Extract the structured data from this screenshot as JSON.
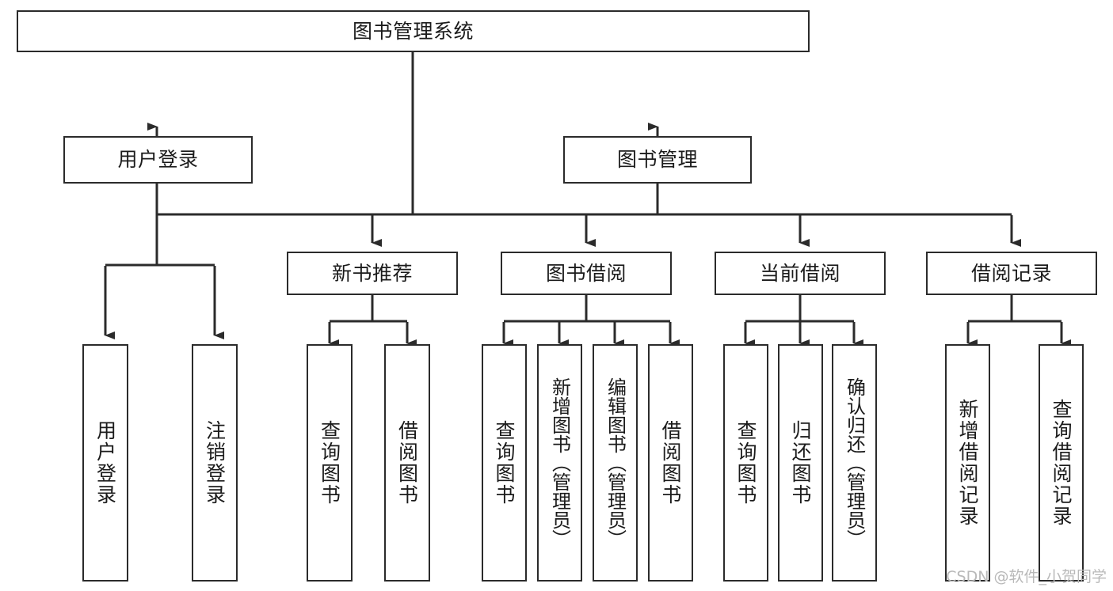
{
  "diagram": {
    "type": "tree-hierarchy",
    "title": "图书管理系统",
    "orientation": "top-down",
    "colors": {
      "box_border": "#2b2b2b",
      "box_fill": "#ffffff",
      "connector": "#2b2b2b",
      "text": "#1b1b1b",
      "watermark": "#b9b9b9",
      "background": "#ffffff"
    },
    "levels": 4
  },
  "root": {
    "label": "图书管理系统"
  },
  "level2": [
    {
      "label": "用户登录"
    },
    {
      "label": "图书管理"
    }
  ],
  "level3": [
    {
      "label": "新书推荐"
    },
    {
      "label": "图书借阅"
    },
    {
      "label": "当前借阅"
    },
    {
      "label": "借阅记录"
    }
  ],
  "leaves": {
    "user_login": [
      {
        "label": "用户登录"
      },
      {
        "label": "注销登录"
      }
    ],
    "new_book": [
      {
        "label": "查询图书"
      },
      {
        "label": "借阅图书"
      }
    ],
    "book_borrow": [
      {
        "label": "查询图书"
      },
      {
        "label": "新增图书（管理员）"
      },
      {
        "label": "编辑图书（管理员）"
      },
      {
        "label": "借阅图书"
      }
    ],
    "current_borrow": [
      {
        "label": "查询图书"
      },
      {
        "label": "归还图书"
      },
      {
        "label": "确认归还（管理员）"
      }
    ],
    "borrow_record": [
      {
        "label": "新增借阅记录"
      },
      {
        "label": "查询借阅记录"
      }
    ]
  },
  "watermark": {
    "text": "CSDN @软件_小贺同学"
  }
}
